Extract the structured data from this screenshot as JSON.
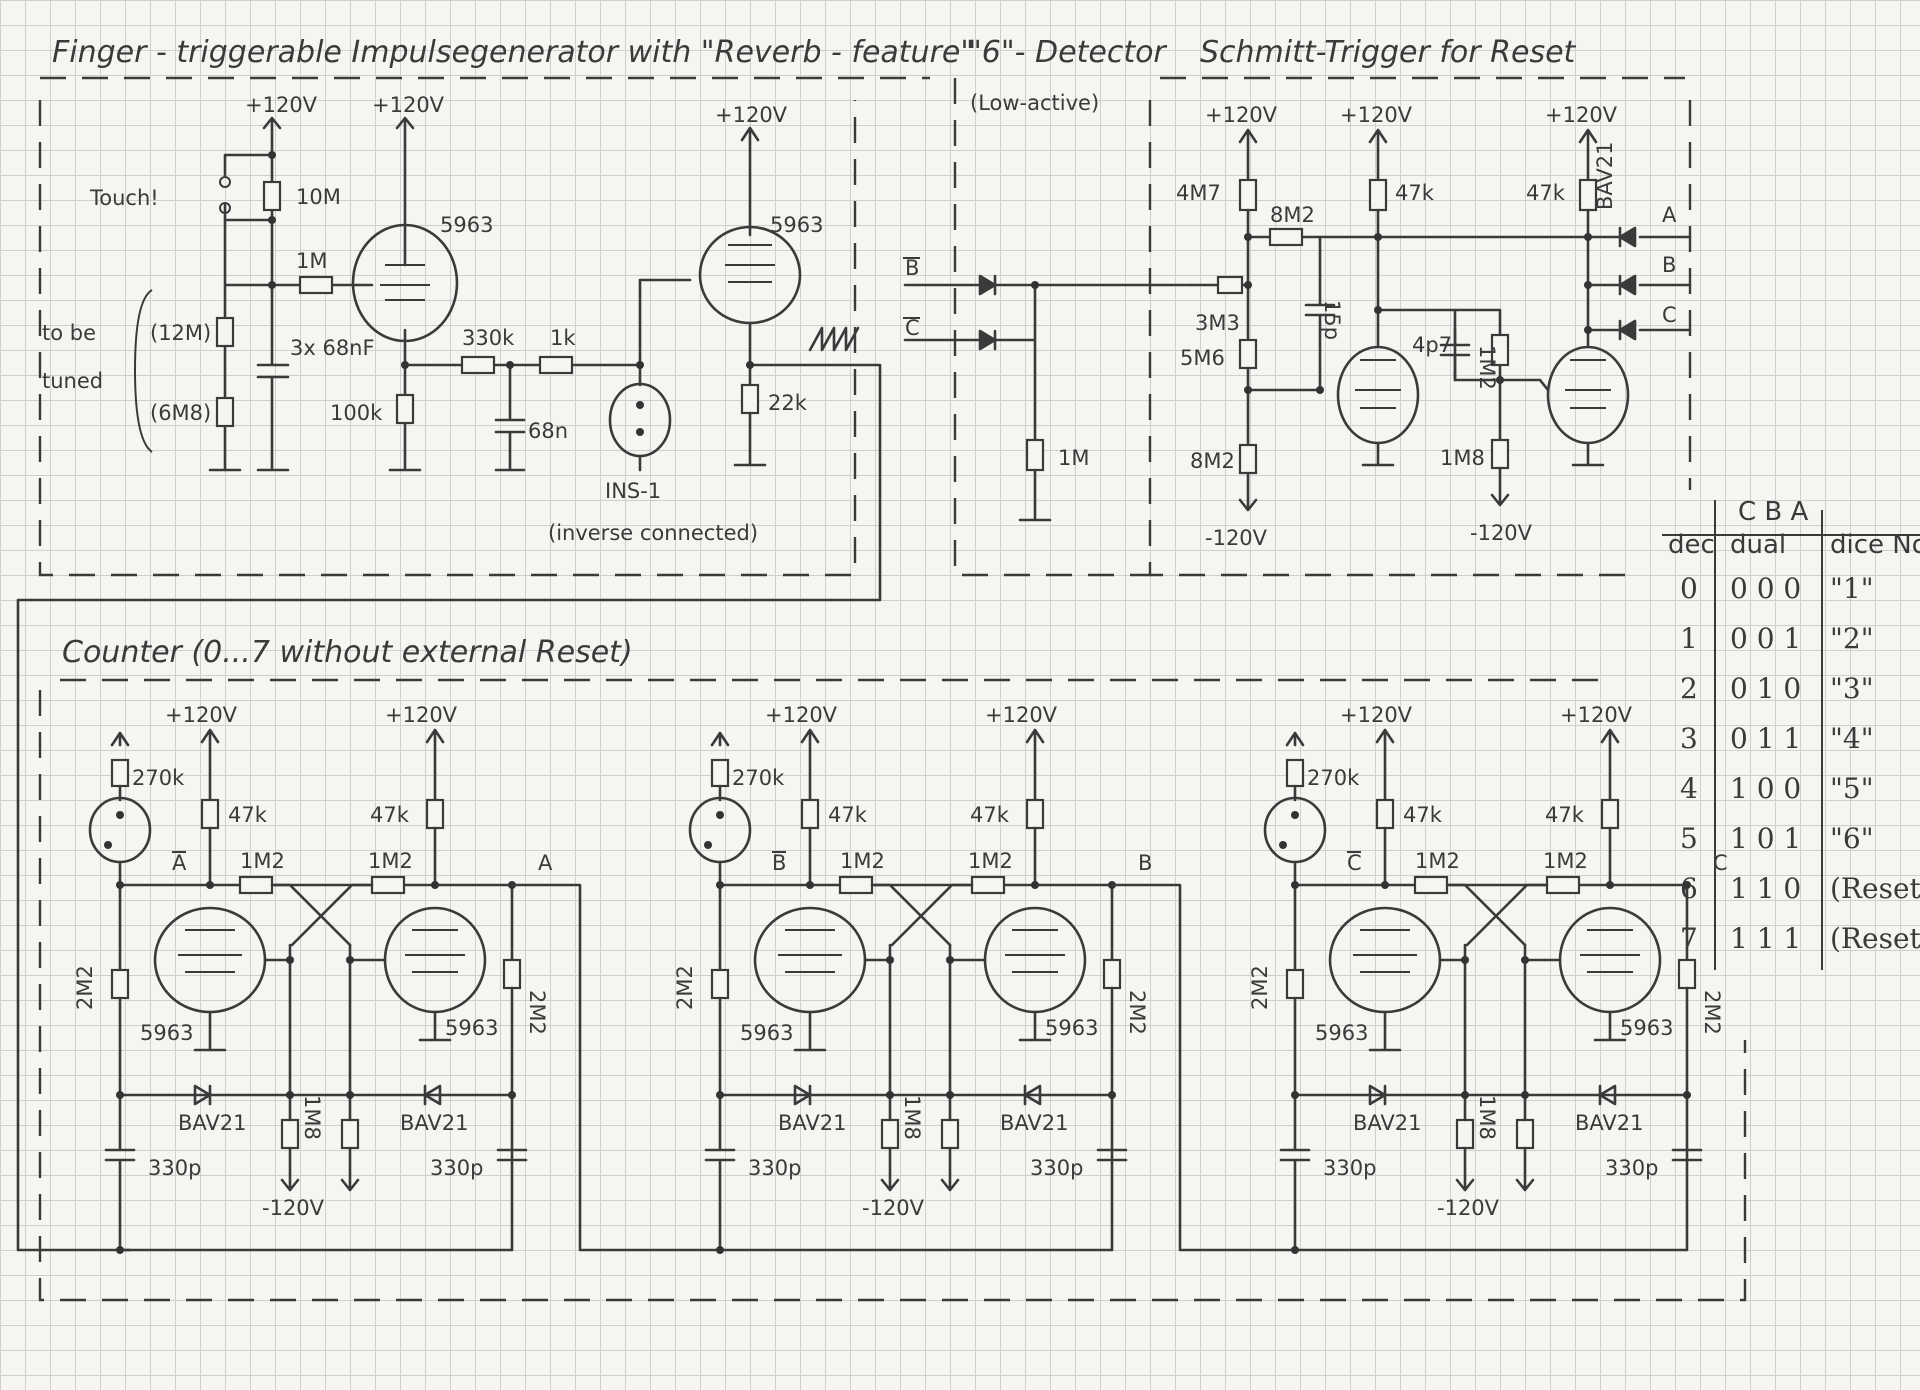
{
  "sections": {
    "impulse_generator": {
      "title": "Finger - triggerable Impulsegenerator with \"Reverb - feature\""
    },
    "six_detector": {
      "title": "\"6\"- Detector",
      "subtitle": "(Low-active)"
    },
    "schmitt_trigger": {
      "title": "Schmitt-Trigger for Reset"
    },
    "counter": {
      "title": "Counter (0...7 without external Reset)"
    }
  },
  "supply": {
    "plus": "+120V",
    "minus": "-120V"
  },
  "tube": "5963",
  "diode": "BAV21",
  "r_47k": "47k",
  "r_1m2": "1M2",
  "labels": {
    "a": "A",
    "b": "B",
    "c": "C",
    "a_bar": "A",
    "b_bar": "B",
    "c_bar": "C"
  },
  "impulse": {
    "touch": "Touch!",
    "r_10m": "10M",
    "r_1m": "1M",
    "r_12m": "(12M)",
    "r_6m8": "(6M8)",
    "tuned_1": "to be",
    "tuned_2": "tuned",
    "c_3x68": "3x 68nF",
    "r_100k": "100k",
    "r_330k": "330k",
    "r_1k": "1k",
    "c_68n": "68n",
    "ins1": "INS-1",
    "ins1_note": "(inverse connected)",
    "r_22k": "22k"
  },
  "detector": {
    "r_1m": "1M"
  },
  "schmitt": {
    "r_4m7": "4M7",
    "r_8m2": "8M2",
    "r_3m3": "3M3",
    "r_5m6": "5M6",
    "c_15p": "15p",
    "c_4p7": "4p7",
    "r_1m8": "1M8"
  },
  "counter": {
    "r_270k": "270k",
    "r_2m2": "2M2",
    "r_1m8": "1M8",
    "c_330p": "330p",
    "stages": [
      {
        "out_bar": "A",
        "out": "A"
      },
      {
        "out_bar": "B",
        "out": "B"
      },
      {
        "out_bar": "C",
        "out": "C"
      }
    ]
  },
  "table": {
    "header_top": "C B A",
    "headers": [
      "dec",
      "dual",
      "dice No"
    ],
    "rows": [
      [
        "0",
        "0 0 0",
        "\"1\""
      ],
      [
        "1",
        "0 0 1",
        "\"2\""
      ],
      [
        "2",
        "0 1 0",
        "\"3\""
      ],
      [
        "3",
        "0 1 1",
        "\"4\""
      ],
      [
        "4",
        "1 0 0",
        "\"5\""
      ],
      [
        "5",
        "1 0 1",
        "\"6\""
      ],
      [
        "6",
        "1 1 0",
        "(Reset)"
      ],
      [
        "7",
        "1 1 1",
        "(Reset)"
      ]
    ]
  }
}
